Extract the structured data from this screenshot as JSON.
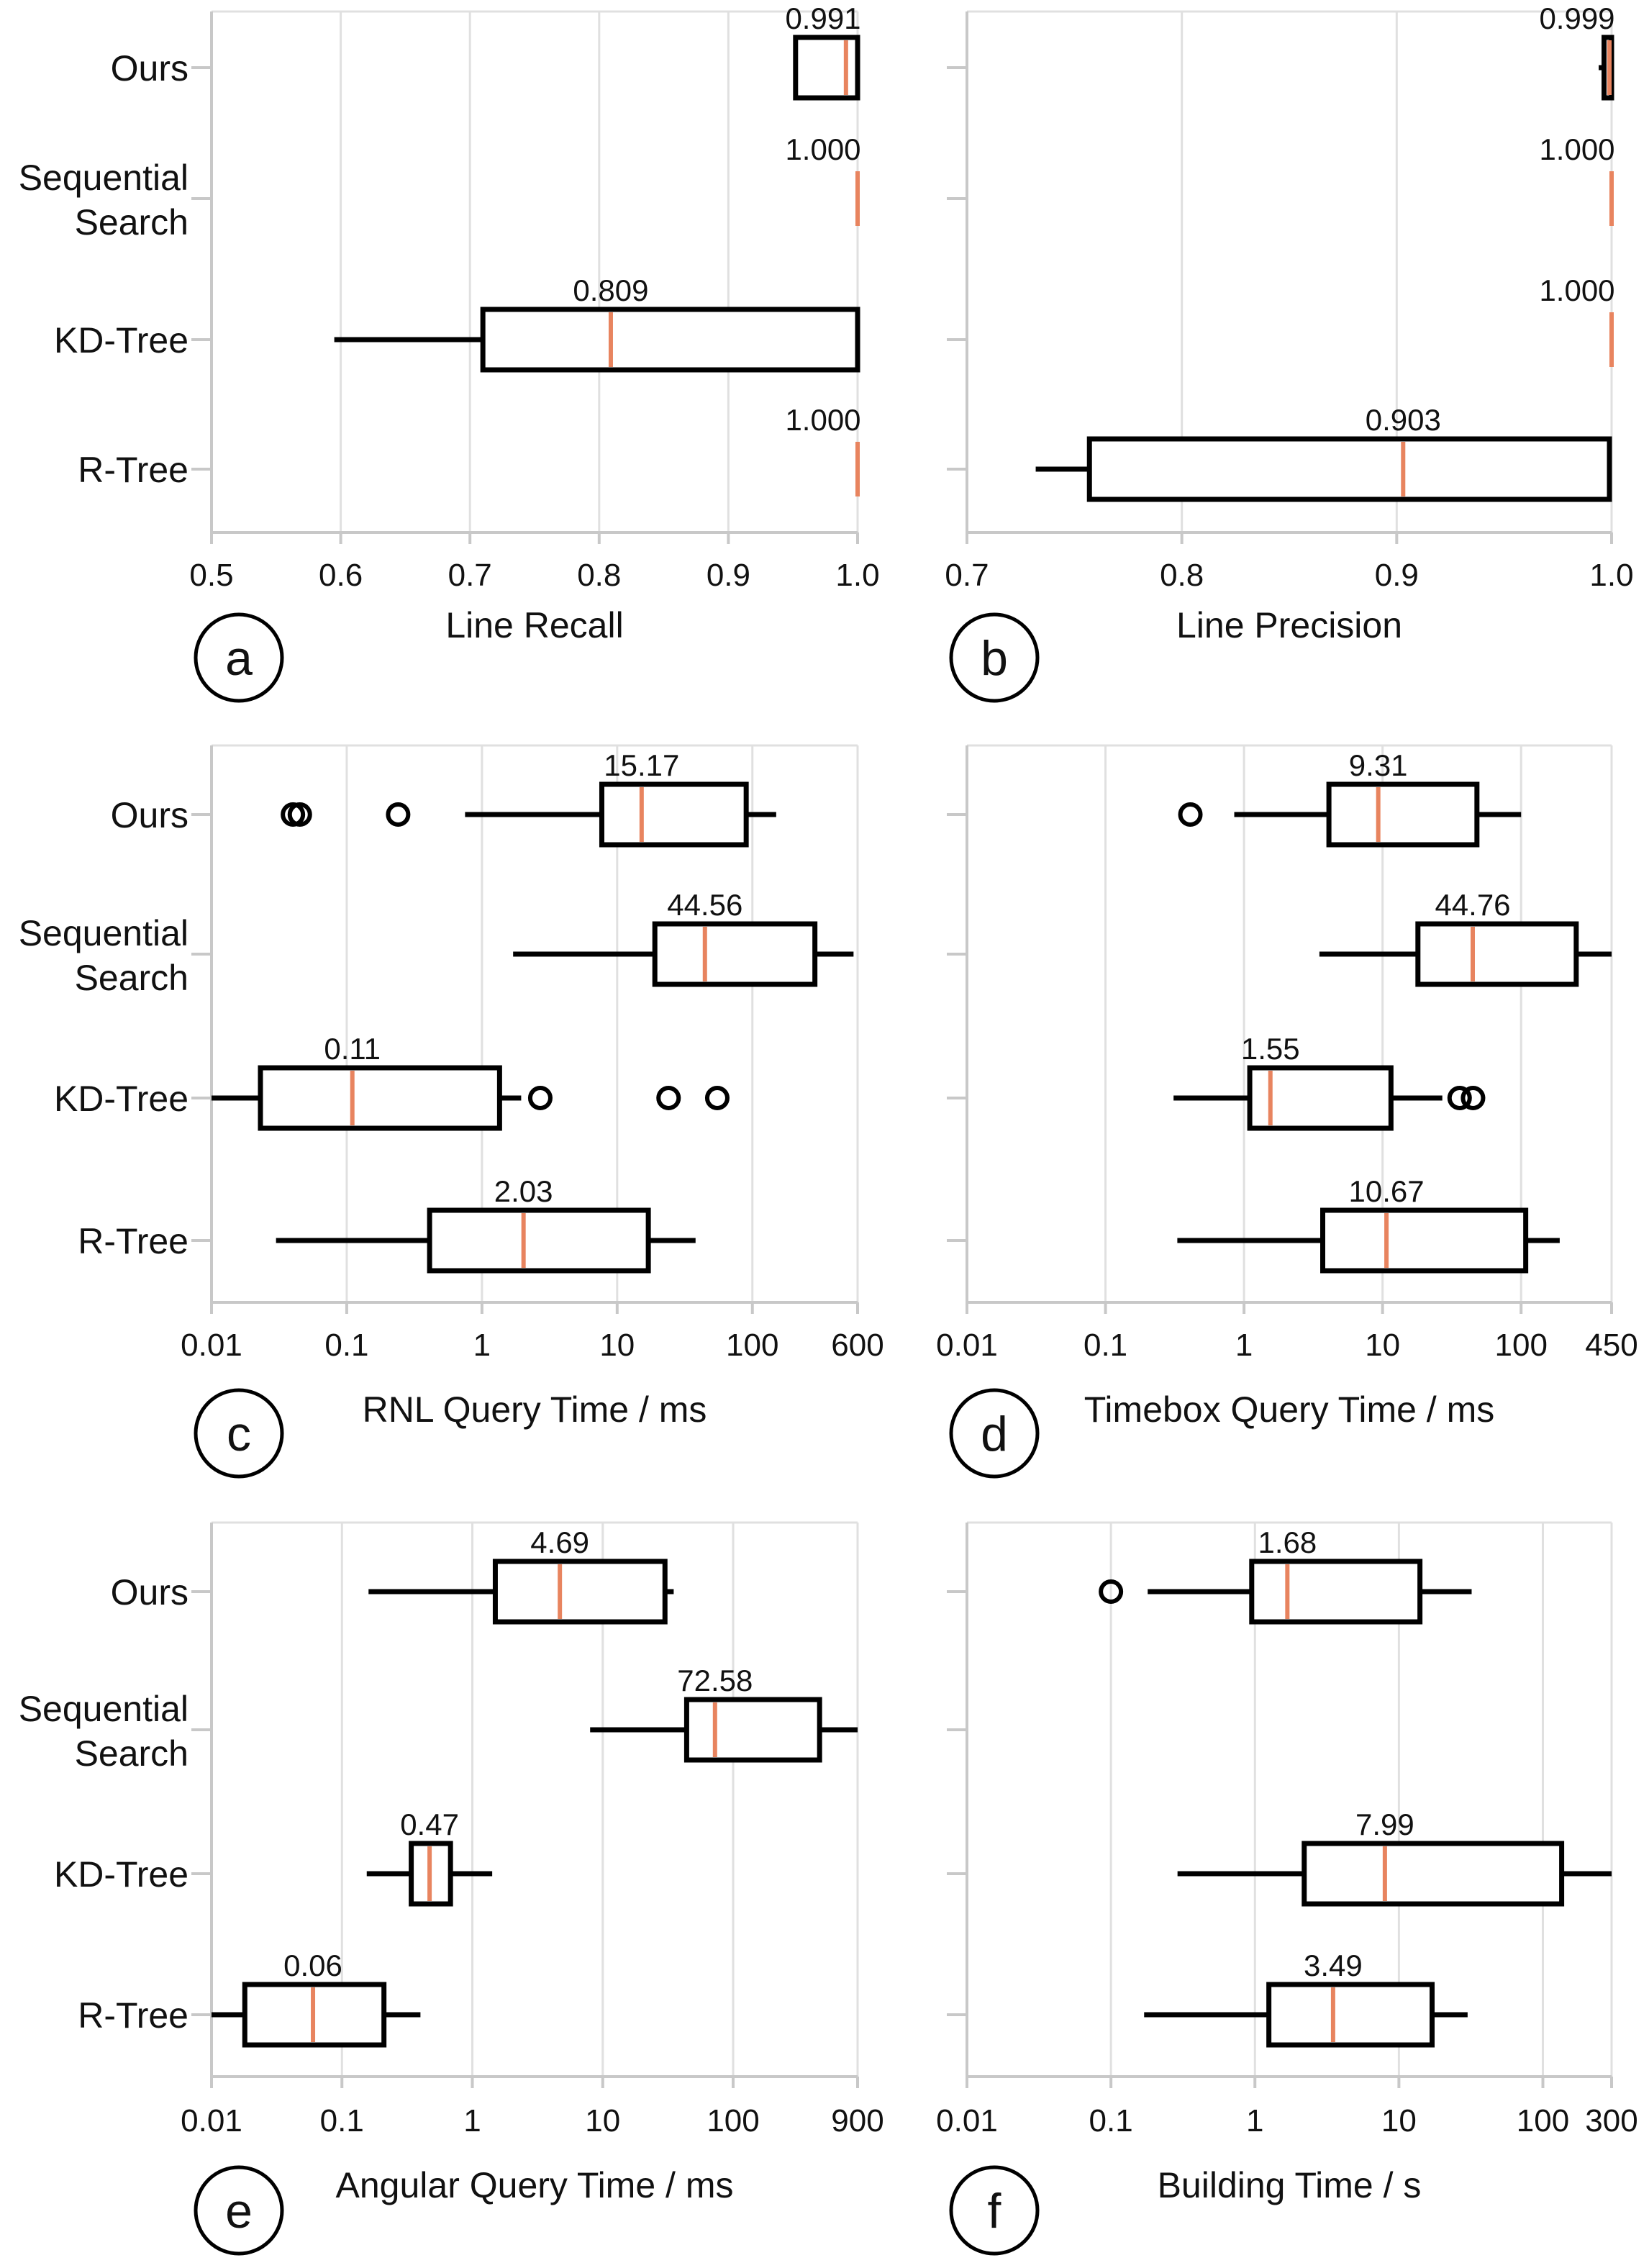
{
  "chart_data": [
    {
      "type": "box",
      "panel": "a",
      "xlabel": "Line Recall",
      "scale": "linear",
      "xlim": [
        0.5,
        1.0
      ],
      "ticks": [
        0.5,
        0.6,
        0.7,
        0.8,
        0.9,
        1.0
      ],
      "tick_labels": [
        "0.5",
        "0.6",
        "0.7",
        "0.8",
        "0.9",
        "1.0"
      ],
      "categories": [
        "Ours",
        "Sequential Search",
        "KD-Tree",
        "R-Tree"
      ],
      "boxes": [
        {
          "name": "Ours",
          "whisker_low": 0.952,
          "q1": 0.952,
          "median": 0.991,
          "q3": 1.0,
          "whisker_high": 1.0,
          "outliers": [],
          "median_label": "0.991"
        },
        {
          "name": "Sequential Search",
          "whisker_low": 1.0,
          "q1": 1.0,
          "median": 1.0,
          "q3": 1.0,
          "whisker_high": 1.0,
          "outliers": [],
          "median_label": "1.000"
        },
        {
          "name": "KD-Tree",
          "whisker_low": 0.595,
          "q1": 0.71,
          "median": 0.809,
          "q3": 1.0,
          "whisker_high": 1.0,
          "outliers": [],
          "median_label": "0.809"
        },
        {
          "name": "R-Tree",
          "whisker_low": 1.0,
          "q1": 1.0,
          "median": 1.0,
          "q3": 1.0,
          "whisker_high": 1.0,
          "outliers": [],
          "median_label": "1.000"
        }
      ]
    },
    {
      "type": "box",
      "panel": "b",
      "xlabel": "Line Precision",
      "scale": "linear",
      "xlim": [
        0.7,
        1.0
      ],
      "ticks": [
        0.7,
        0.8,
        0.9,
        1.0
      ],
      "tick_labels": [
        "0.7",
        "0.8",
        "0.9",
        "1.0"
      ],
      "categories": [
        "Ours",
        "Sequential Search",
        "KD-Tree",
        "R-Tree"
      ],
      "boxes": [
        {
          "name": "Ours",
          "whisker_low": 0.994,
          "q1": 0.9965,
          "median": 0.999,
          "q3": 1.0,
          "whisker_high": 1.0,
          "outliers": [],
          "median_label": "0.999"
        },
        {
          "name": "Sequential Search",
          "whisker_low": 1.0,
          "q1": 1.0,
          "median": 1.0,
          "q3": 1.0,
          "whisker_high": 1.0,
          "outliers": [],
          "median_label": "1.000"
        },
        {
          "name": "KD-Tree",
          "whisker_low": 1.0,
          "q1": 1.0,
          "median": 1.0,
          "q3": 1.0,
          "whisker_high": 1.0,
          "outliers": [],
          "median_label": "1.000"
        },
        {
          "name": "R-Tree",
          "whisker_low": 0.732,
          "q1": 0.757,
          "median": 0.903,
          "q3": 0.999,
          "whisker_high": 1.0,
          "outliers": [],
          "median_label": "0.903"
        }
      ]
    },
    {
      "type": "box",
      "panel": "c",
      "xlabel": "RNL Query Time / ms",
      "scale": "log",
      "xlim": [
        0.01,
        600
      ],
      "ticks": [
        0.01,
        0.1,
        1,
        10,
        100,
        600
      ],
      "tick_labels": [
        "0.01",
        "0.1",
        "1",
        "10",
        "100",
        "600"
      ],
      "categories": [
        "Ours",
        "Sequential Search",
        "KD-Tree",
        "R-Tree"
      ],
      "boxes": [
        {
          "name": "Ours",
          "whisker_low": 0.75,
          "q1": 7.7,
          "median": 15.17,
          "q3": 90,
          "whisker_high": 150,
          "outliers": [
            0.04,
            0.045,
            0.24
          ],
          "median_label": "15.17"
        },
        {
          "name": "Sequential Search",
          "whisker_low": 1.7,
          "q1": 19,
          "median": 44.56,
          "q3": 290,
          "whisker_high": 560,
          "outliers": [],
          "median_label": "44.56"
        },
        {
          "name": "KD-Tree",
          "whisker_low": 0.01,
          "q1": 0.023,
          "median": 0.11,
          "q3": 1.35,
          "whisker_high": 1.95,
          "outliers": [
            2.7,
            24,
            55
          ],
          "median_label": "0.11"
        },
        {
          "name": "R-Tree",
          "whisker_low": 0.03,
          "q1": 0.41,
          "median": 2.03,
          "q3": 17,
          "whisker_high": 38,
          "outliers": [],
          "median_label": "2.03"
        }
      ]
    },
    {
      "type": "box",
      "panel": "d",
      "xlabel": "Timebox Query Time / ms",
      "scale": "log",
      "xlim": [
        0.01,
        450
      ],
      "ticks": [
        0.01,
        0.1,
        1,
        10,
        100,
        450
      ],
      "tick_labels": [
        "0.01",
        "0.1",
        "1",
        "10",
        "100",
        "450"
      ],
      "categories": [
        "Ours",
        "Sequential Search",
        "KD-Tree",
        "R-Tree"
      ],
      "boxes": [
        {
          "name": "Ours",
          "whisker_low": 0.85,
          "q1": 4.1,
          "median": 9.31,
          "q3": 48,
          "whisker_high": 100,
          "outliers": [
            0.41
          ],
          "median_label": "9.31"
        },
        {
          "name": "Sequential Search",
          "whisker_low": 3.5,
          "q1": 18,
          "median": 44.76,
          "q3": 250,
          "whisker_high": 450,
          "outliers": [],
          "median_label": "44.76"
        },
        {
          "name": "KD-Tree",
          "whisker_low": 0.31,
          "q1": 1.1,
          "median": 1.55,
          "q3": 11.5,
          "whisker_high": 27,
          "outliers": [
            36,
            45
          ],
          "median_label": "1.55"
        },
        {
          "name": "R-Tree",
          "whisker_low": 0.33,
          "q1": 3.7,
          "median": 10.67,
          "q3": 108,
          "whisker_high": 190,
          "outliers": [],
          "median_label": "10.67"
        }
      ]
    },
    {
      "type": "box",
      "panel": "e",
      "xlabel": "Angular Query Time / ms",
      "scale": "log",
      "xlim": [
        0.01,
        900
      ],
      "ticks": [
        0.01,
        0.1,
        1,
        10,
        100,
        900
      ],
      "tick_labels": [
        "0.01",
        "0.1",
        "1",
        "10",
        "100",
        "900"
      ],
      "categories": [
        "Ours",
        "Sequential Search",
        "KD-Tree",
        "R-Tree"
      ],
      "boxes": [
        {
          "name": "Ours",
          "whisker_low": 0.16,
          "q1": 1.5,
          "median": 4.69,
          "q3": 30,
          "whisker_high": 35,
          "outliers": [],
          "median_label": "4.69"
        },
        {
          "name": "Sequential Search",
          "whisker_low": 8,
          "q1": 44,
          "median": 72.58,
          "q3": 460,
          "whisker_high": 900,
          "outliers": [],
          "median_label": "72.58"
        },
        {
          "name": "KD-Tree",
          "whisker_low": 0.155,
          "q1": 0.34,
          "median": 0.47,
          "q3": 0.68,
          "whisker_high": 1.42,
          "outliers": [],
          "median_label": "0.47"
        },
        {
          "name": "R-Tree",
          "whisker_low": 0.01,
          "q1": 0.018,
          "median": 0.06,
          "q3": 0.21,
          "whisker_high": 0.4,
          "outliers": [],
          "median_label": "0.06"
        }
      ]
    },
    {
      "type": "box",
      "panel": "f",
      "xlabel": "Building Time / s",
      "scale": "log",
      "xlim": [
        0.01,
        300
      ],
      "ticks": [
        0.01,
        0.1,
        1,
        10,
        100,
        300
      ],
      "tick_labels": [
        "0.01",
        "0.1",
        "1",
        "10",
        "100",
        "300"
      ],
      "categories": [
        "Ours",
        "Sequential Search",
        "KD-Tree",
        "R-Tree"
      ],
      "boxes": [
        {
          "name": "Ours",
          "whisker_low": 0.18,
          "q1": 0.95,
          "median": 1.68,
          "q3": 14,
          "whisker_high": 32,
          "outliers": [
            0.1
          ],
          "median_label": "1.68"
        },
        {
          "name": "Sequential Search",
          "missing": true
        },
        {
          "name": "KD-Tree",
          "whisker_low": 0.29,
          "q1": 2.2,
          "median": 7.99,
          "q3": 135,
          "whisker_high": 300,
          "outliers": [],
          "median_label": "7.99"
        },
        {
          "name": "R-Tree",
          "whisker_low": 0.17,
          "q1": 1.25,
          "median": 3.49,
          "q3": 17,
          "whisker_high": 30,
          "outliers": [],
          "median_label": "3.49"
        }
      ]
    }
  ],
  "category_labels": [
    [
      "Ours"
    ],
    [
      "Sequential",
      "Search"
    ],
    [
      "KD-Tree"
    ],
    [
      "R-Tree"
    ]
  ],
  "colors": {
    "median": "#e8845f",
    "box": "#000000",
    "grid": "#e0e0e0",
    "axis": "#c8c8c8"
  }
}
